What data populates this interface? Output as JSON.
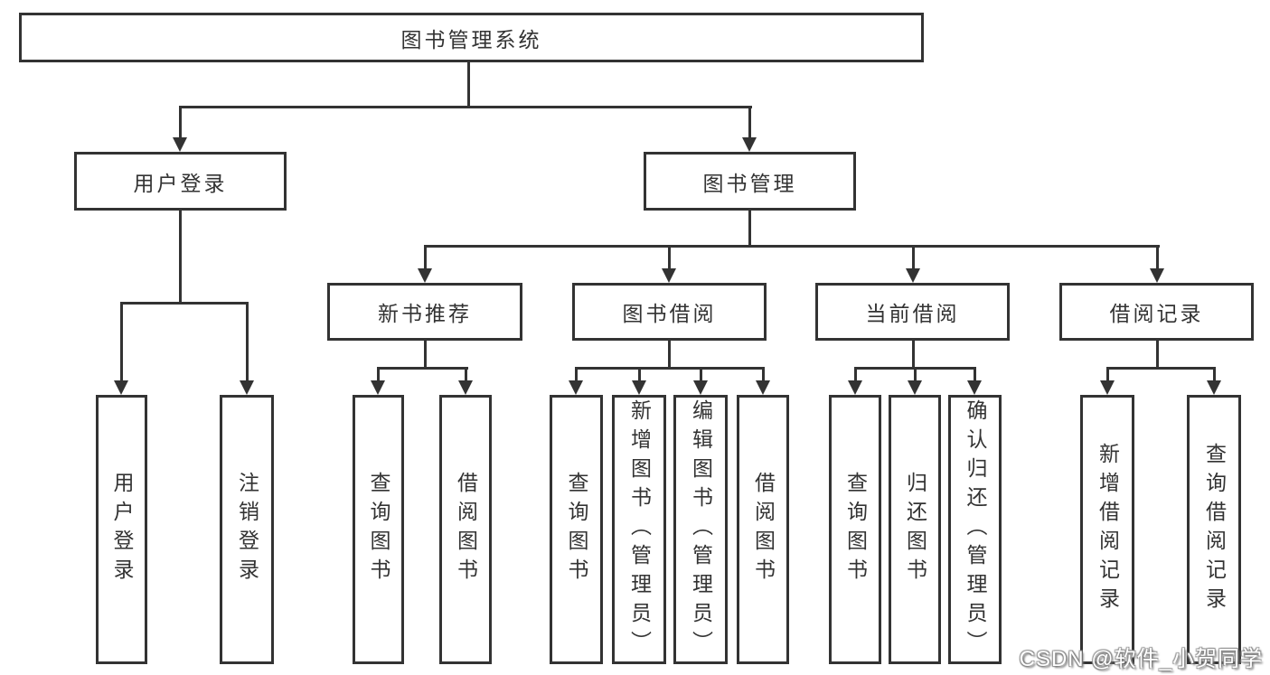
{
  "nodes": {
    "root": "图书管理系统",
    "user_login": "用户登录",
    "book_management": "图书管理",
    "new_book_recommend": "新书推荐",
    "book_borrow": "图书借阅",
    "current_borrow": "当前借阅",
    "borrow_records": "借阅记录",
    "login_children": [
      "用户登录",
      "注销登录"
    ],
    "recommend_children": [
      "查询图书",
      "借阅图书"
    ],
    "borrow_children": [
      "查询图书",
      "新增图书（管理员）",
      "编辑图书（管理员）",
      "借阅图书"
    ],
    "current_children": [
      "查询图书",
      "归还图书",
      "确认归还（管理员）"
    ],
    "records_children": [
      "新增借阅记录",
      "查询借阅记录"
    ]
  },
  "colors": {
    "line": "#333333",
    "text": "#333333",
    "background": "#ffffff"
  },
  "watermark": "CSDN @软件_小贺同学"
}
